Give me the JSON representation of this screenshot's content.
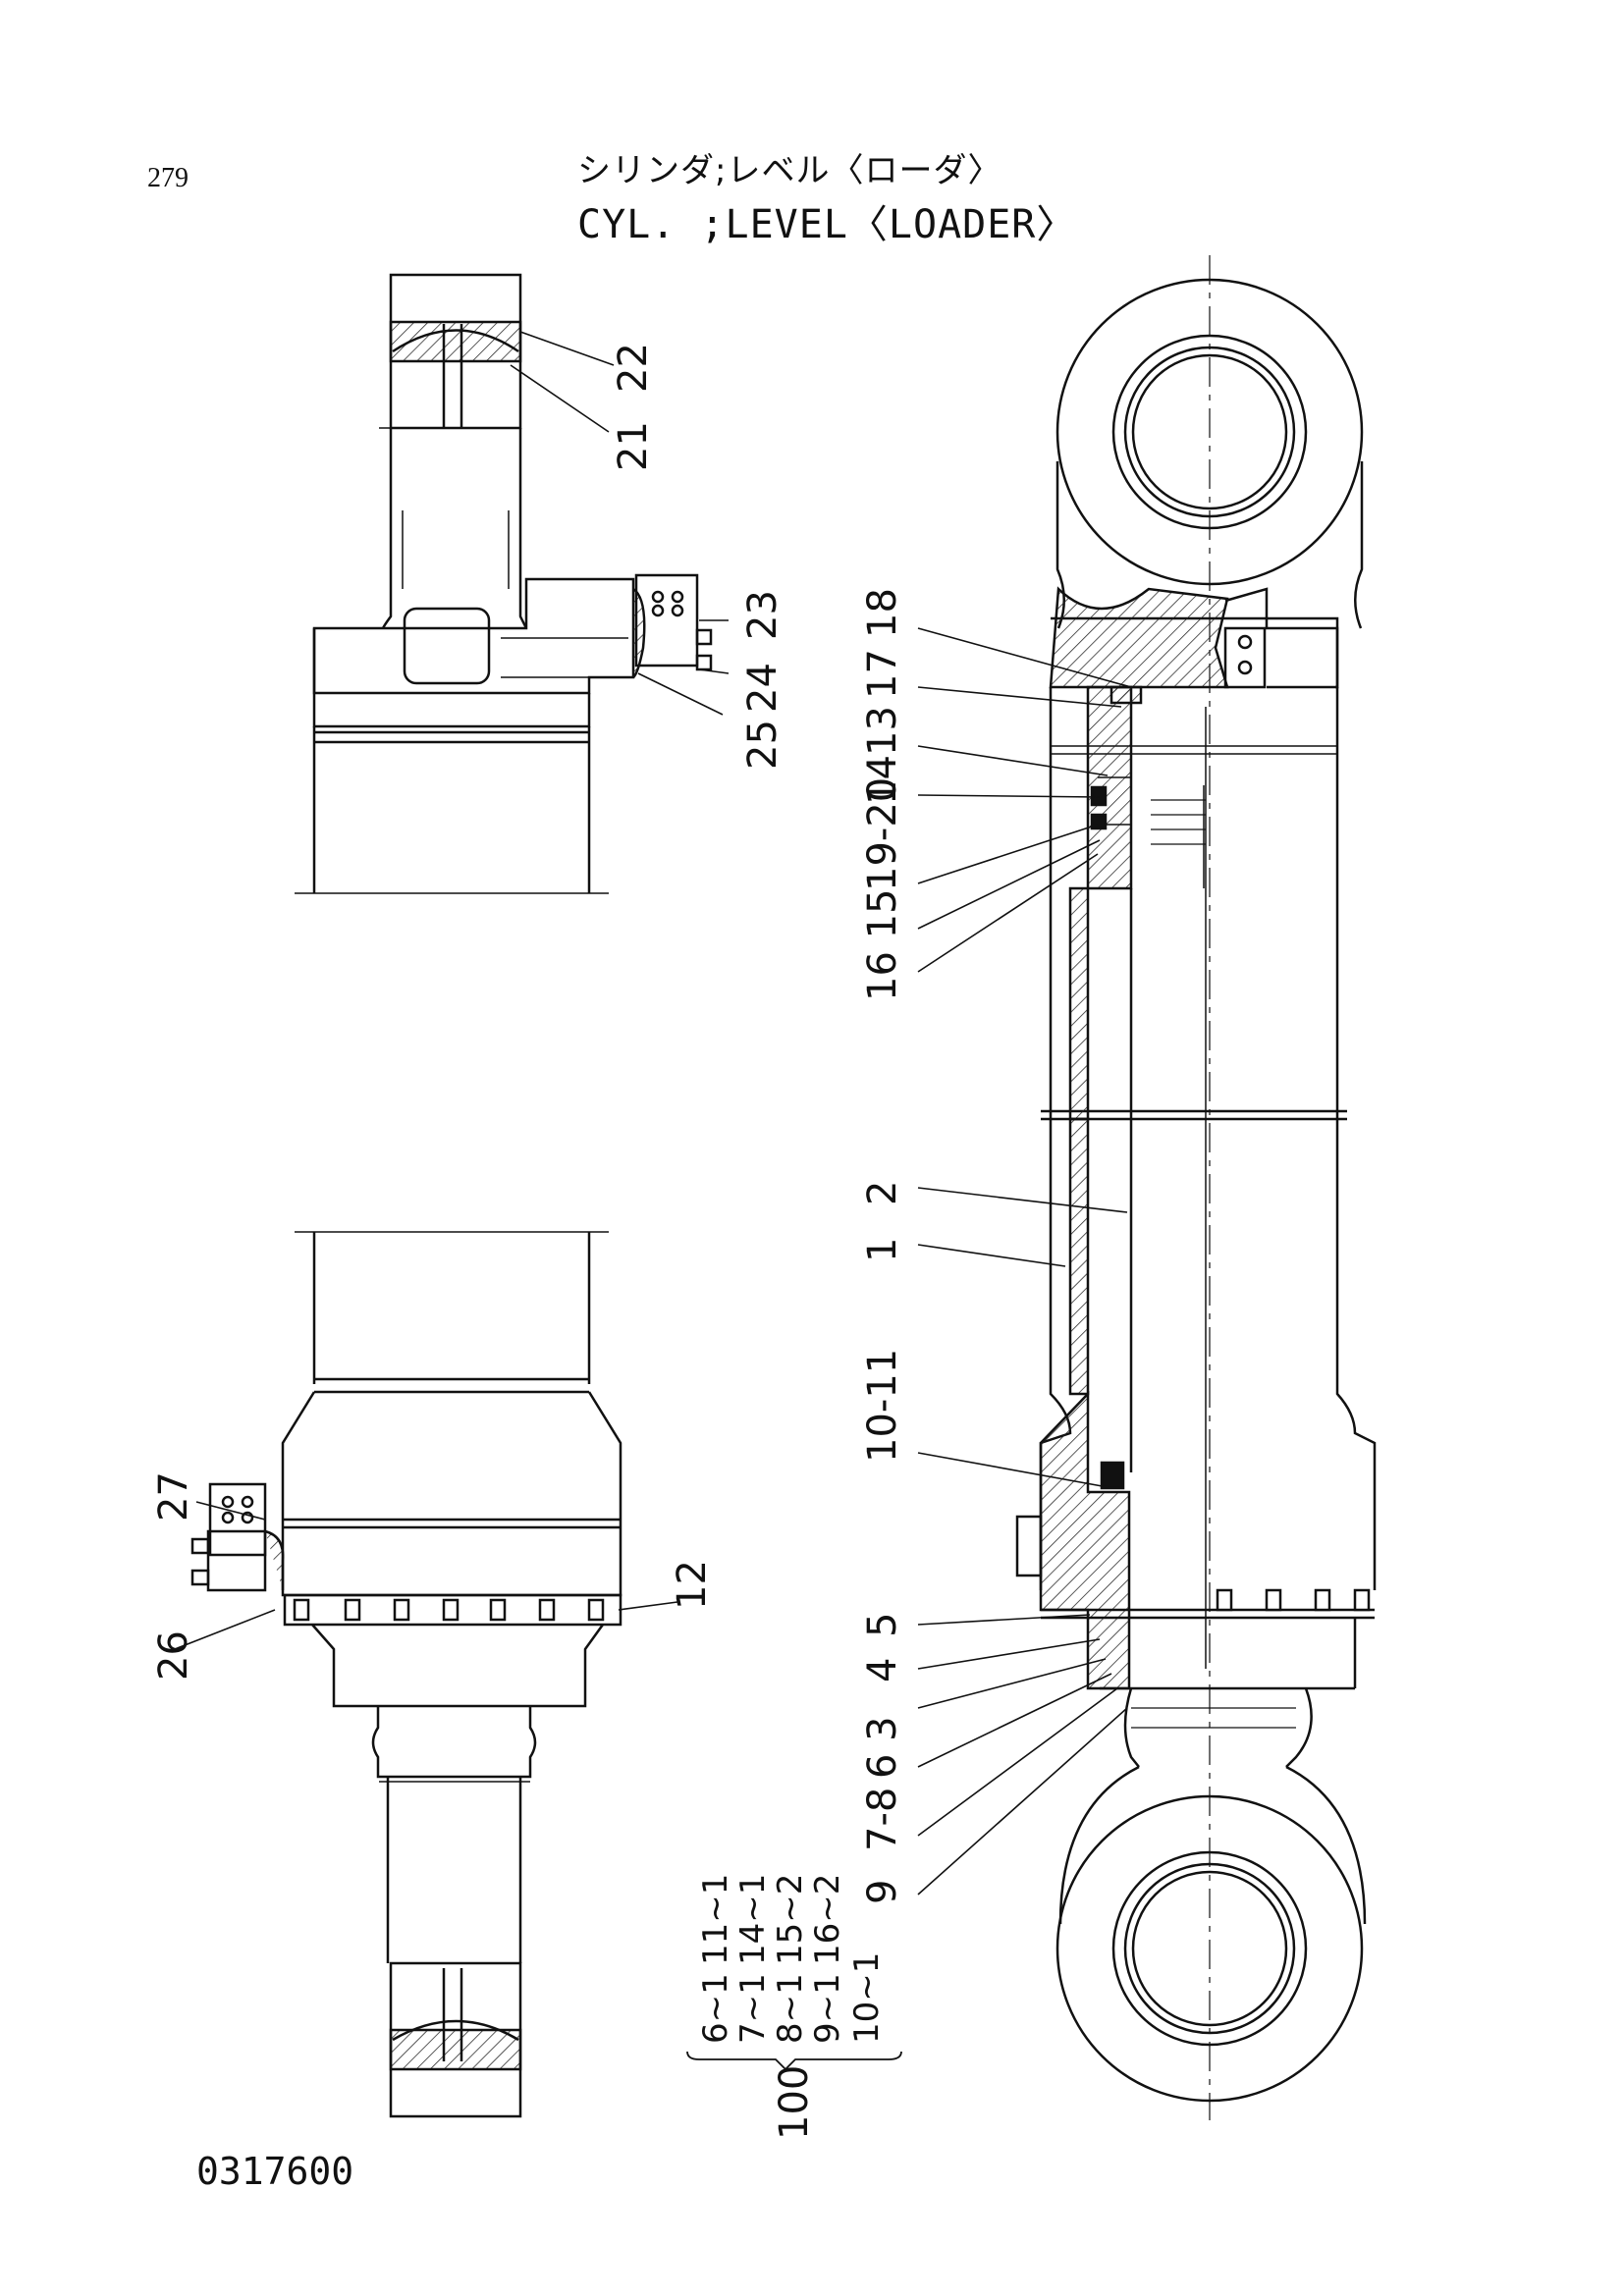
{
  "page_number": "279",
  "title": {
    "japanese": "シリンダ;レベル〈ローダ〉",
    "english": "CYL. ;LEVEL〈LOADER〉"
  },
  "drawing_number": "0317600",
  "callouts": {
    "c22": "22",
    "c21": "21",
    "c23": "23",
    "c24": "24",
    "c25": "25",
    "c18": "18",
    "c17": "17",
    "c13": "13",
    "c14": "14",
    "c1920": "19-20",
    "c1516": "16 15",
    "c2": "2",
    "c1": "1",
    "c1011": "10-11",
    "c5": "5",
    "c4": "4",
    "c63": "6 3",
    "c78": "7-8",
    "c9": "9",
    "c27": "27",
    "c26": "26",
    "c12": "12"
  },
  "seal_kit": {
    "number": "100",
    "column1": [
      "6~1",
      "7~1",
      "8~1",
      "9~1",
      "10~1"
    ],
    "column2": [
      "11~1",
      "14~1",
      "15~2",
      "16~2"
    ]
  }
}
